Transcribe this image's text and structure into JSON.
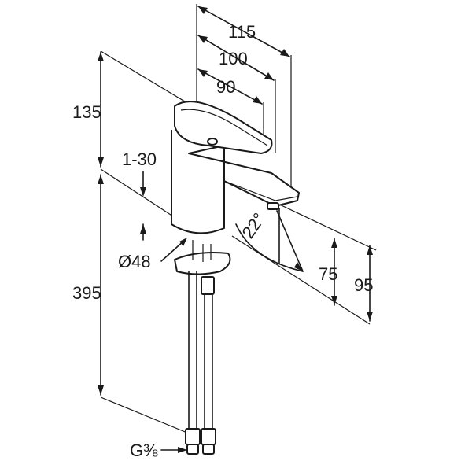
{
  "dimensions": {
    "width_115": "115",
    "width_100": "100",
    "width_90": "90",
    "height_135": "135",
    "range_1_30": "1-30",
    "height_395": "395",
    "diameter_48": "Ø48",
    "angle_22": "22°",
    "height_75": "75",
    "height_95": "95",
    "thread_g38": "G⅜"
  }
}
